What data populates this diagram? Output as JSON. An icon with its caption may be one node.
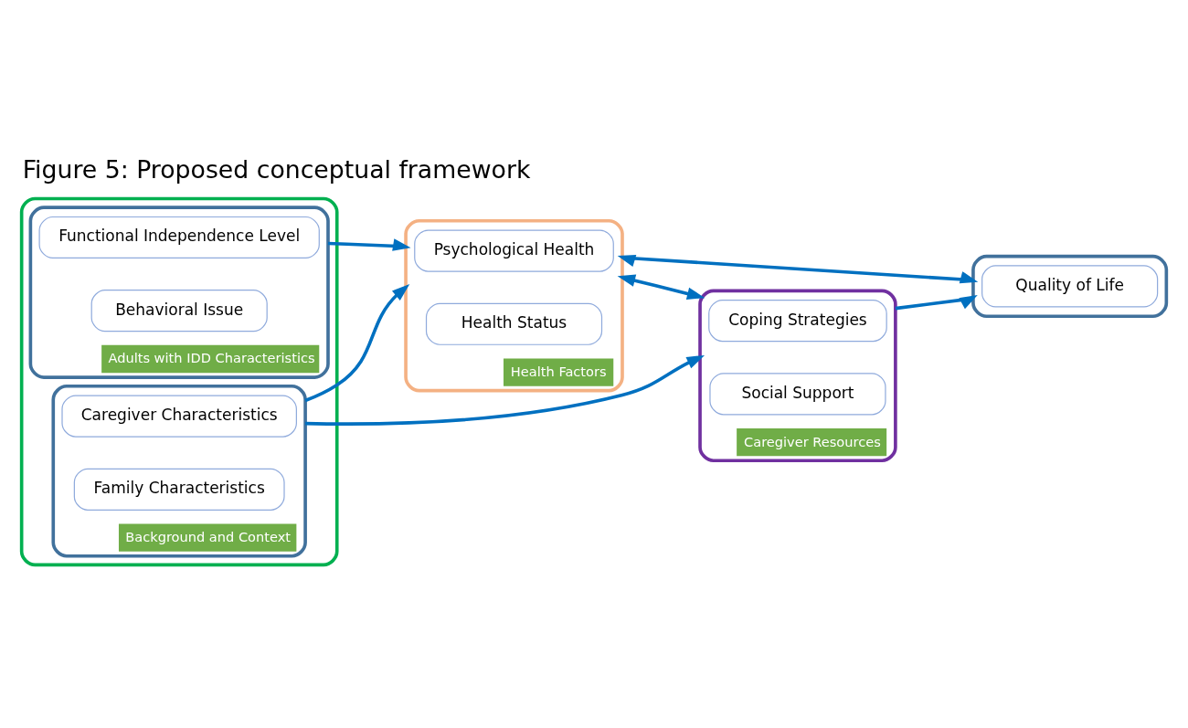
{
  "diagram": {
    "title": "Figure 5: Proposed conceptual framework",
    "nodes": [
      {
        "text": [],
        "shape": "box"
      },
      {
        "text": [
          "Background and Context"
        ],
        "in": 0
      },
      {
        "text": [
          "Caregiver Characteristics"
        ],
        "in": 1
      },
      {
        "text": [
          "Family Characteristics"
        ],
        "in": 1
      },
      {
        "text": [
          "Adults with IDD Characteristics"
        ],
        "in": 0
      },
      {
        "text": [
          "Functional Independence Level"
        ],
        "in": 4
      },
      {
        "text": [
          "Behavioral Issue"
        ],
        "in": 4
      },
      {
        "text": [
          "Health Factors"
        ]
      },
      {
        "text": [
          "Psychological Health"
        ],
        "in": 7
      },
      {
        "text": [
          "Health Status"
        ],
        "in": 7
      },
      {
        "text": [],
        "shape": "box"
      },
      {
        "text": [
          "Quality of Life"
        ],
        "in": 10
      },
      {
        "text": [
          "Caregiver Resources"
        ]
      },
      {
        "text": [
          "Coping Strategies"
        ],
        "in": 12
      },
      {
        "text": [
          "Social Support"
        ],
        "in": 12
      }
    ],
    "edges": [
      {
        "from": 1,
        "to": 7,
        "arrow": "to"
      },
      {
        "from": 1,
        "to": 12,
        "arrow": "to"
      },
      {
        "from": 4,
        "to": 7,
        "arrow": "to"
      },
      {
        "from": 7,
        "to": 10,
        "arrow": "both"
      },
      {
        "from": 7,
        "to": 12,
        "arrow": "both"
      },
      {
        "from": 12,
        "to": 10,
        "arrow": "to"
      }
    ]
  }
}
